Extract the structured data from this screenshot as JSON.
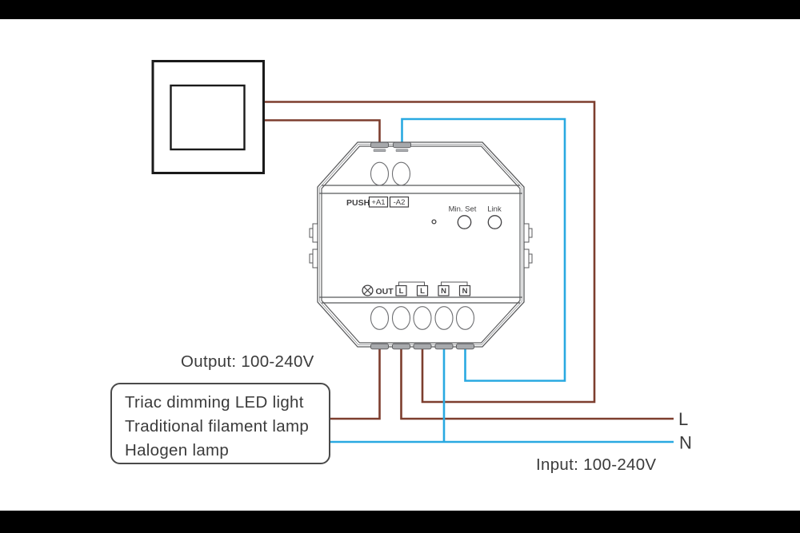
{
  "diagram": {
    "device": {
      "push_label": "PUSH",
      "terminal_a1_label": "+A1",
      "terminal_a2_label": "-A2",
      "min_set_label": "Min. Set",
      "link_label": "Link",
      "out_label": "OUT",
      "bottom_terminals": [
        "L",
        "L",
        "N",
        "N"
      ]
    },
    "annotations": {
      "output_label": "Output: 100-240V",
      "input_label": "Input: 100-240V",
      "live_label": "L",
      "neutral_label": "N"
    },
    "load_box": {
      "line1": "Triac dimming LED light",
      "line2": "Traditional filament lamp",
      "line3": "Halogen lamp"
    },
    "colors": {
      "live_wire": "#7d3e2e",
      "neutral_wire": "#29a9e1",
      "device_outline": "#58595b",
      "switch_outline": "#1a1a1a",
      "label_text": "#3b3b3b",
      "terminal_tab_fill": "#a7a9ac",
      "letterbox_bar": "#000000"
    }
  }
}
